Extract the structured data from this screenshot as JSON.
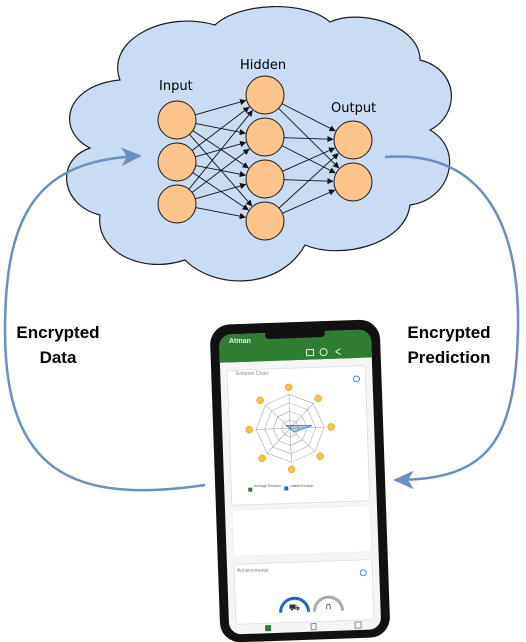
{
  "network": {
    "labels": {
      "input": "Input",
      "hidden": "Hidden",
      "output": "Output"
    },
    "layers": [
      3,
      4,
      2
    ],
    "colors": {
      "node_fill": "#fcc38b",
      "node_stroke": "#1a1a1a",
      "cloud_fill": "#c9dcf4",
      "cloud_stroke": "#1a1a1a"
    }
  },
  "flow": {
    "left_label_line1": "Encrypted",
    "left_label_line2": "Data",
    "right_label_line1": "Encrypted",
    "right_label_line2": "Prediction",
    "arrow_color": "#6a8fc2"
  },
  "phone": {
    "app_title": "Atman",
    "card1_title": "Emotion Chart",
    "card1_legend_a": "Average Emotion",
    "card1_legend_b": "Latest Emotion",
    "card2_title": "Achievements",
    "accent": "#2e7d32"
  }
}
